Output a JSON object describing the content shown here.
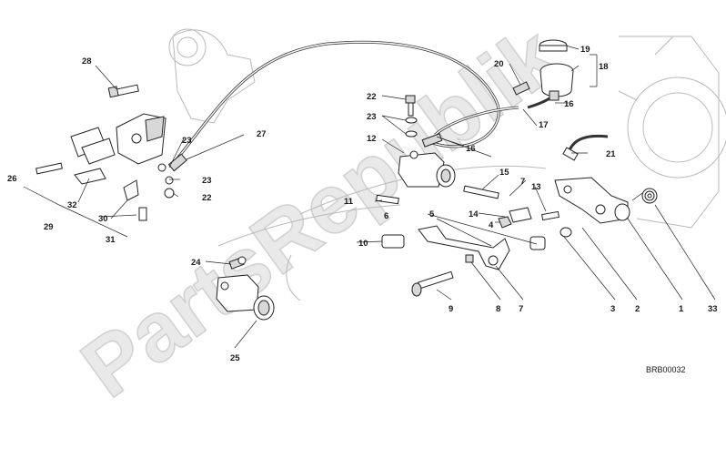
{
  "watermark": "PartsRepublik",
  "drawing_code": "BRB00032",
  "callouts": [
    "1",
    "2",
    "3",
    "4",
    "5",
    "6",
    "7",
    "8",
    "9",
    "10",
    "11",
    "12",
    "13",
    "14",
    "15",
    "16",
    "17",
    "18",
    "19",
    "20",
    "21",
    "22",
    "23",
    "24",
    "25",
    "26",
    "27",
    "28",
    "29",
    "30",
    "31",
    "32",
    "33"
  ]
}
